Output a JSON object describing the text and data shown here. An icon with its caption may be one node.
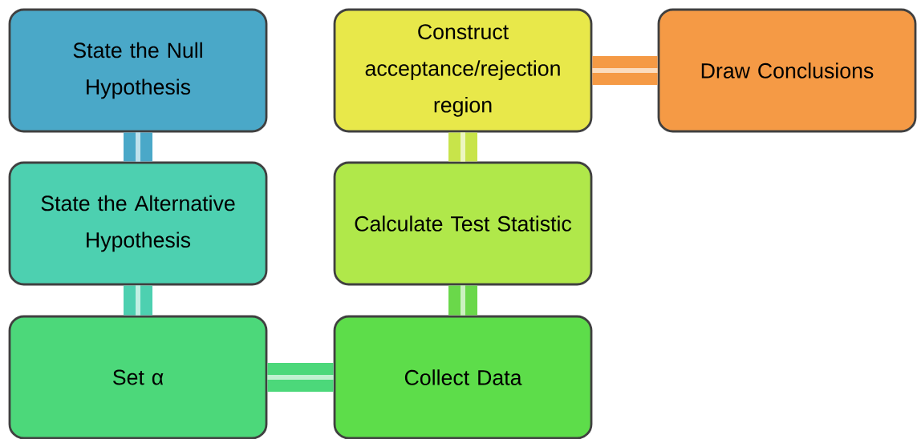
{
  "diagram": {
    "nodes": [
      {
        "text": [
          "State the Null Hypothesis"
        ]
      },
      {
        "text": [
          "State the Alternative Hypothesis"
        ]
      },
      {
        "text": [
          "Set α"
        ]
      },
      {
        "text": [
          "Collect Data"
        ]
      },
      {
        "text": [
          "Calculate Test Statistic"
        ]
      },
      {
        "text": [
          "Construct acceptance/rejection region"
        ]
      },
      {
        "text": [
          "Draw Conclusions"
        ]
      }
    ],
    "edges": [
      {
        "from": 0,
        "to": 1,
        "arrow": "none",
        "color": "#4aa8c8"
      },
      {
        "from": 1,
        "to": 2,
        "arrow": "none",
        "color": "#4dd0b0"
      },
      {
        "from": 2,
        "to": 3,
        "arrow": "none",
        "color": "#4cd87a"
      },
      {
        "from": 3,
        "to": 4,
        "arrow": "none",
        "color": "#6ad84a"
      },
      {
        "from": 4,
        "to": 5,
        "arrow": "none",
        "color": "#c8e44a"
      },
      {
        "from": 5,
        "to": 6,
        "arrow": "none",
        "color": "#f59a45"
      }
    ]
  }
}
